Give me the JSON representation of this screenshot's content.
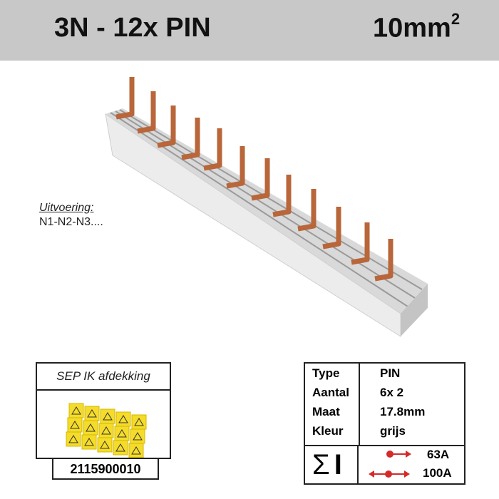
{
  "header": {
    "title": "3N - 12x PIN",
    "size": "10mm",
    "size_sup": "2"
  },
  "variant": {
    "label": "Uitvoering:",
    "value": "N1-N2-N3...."
  },
  "cover": {
    "title": "SEP IK afdekking",
    "code": "2115900010"
  },
  "specs": {
    "rows": [
      {
        "label": "Type",
        "value": "PIN"
      },
      {
        "label": "Aantal",
        "value": "6x 2"
      },
      {
        "label": "Maat",
        "value": "17.8mm"
      },
      {
        "label": "Kleur",
        "value": "grijs"
      }
    ],
    "sum_symbol": "Σ",
    "current_symbol": "I",
    "currents": [
      {
        "value": "63A"
      },
      {
        "value": "100A"
      }
    ]
  },
  "colors": {
    "header": "#c8c8c8",
    "copper": "#b8663a",
    "arrow": "#d42a2a",
    "cover": "#f5dc2a"
  }
}
